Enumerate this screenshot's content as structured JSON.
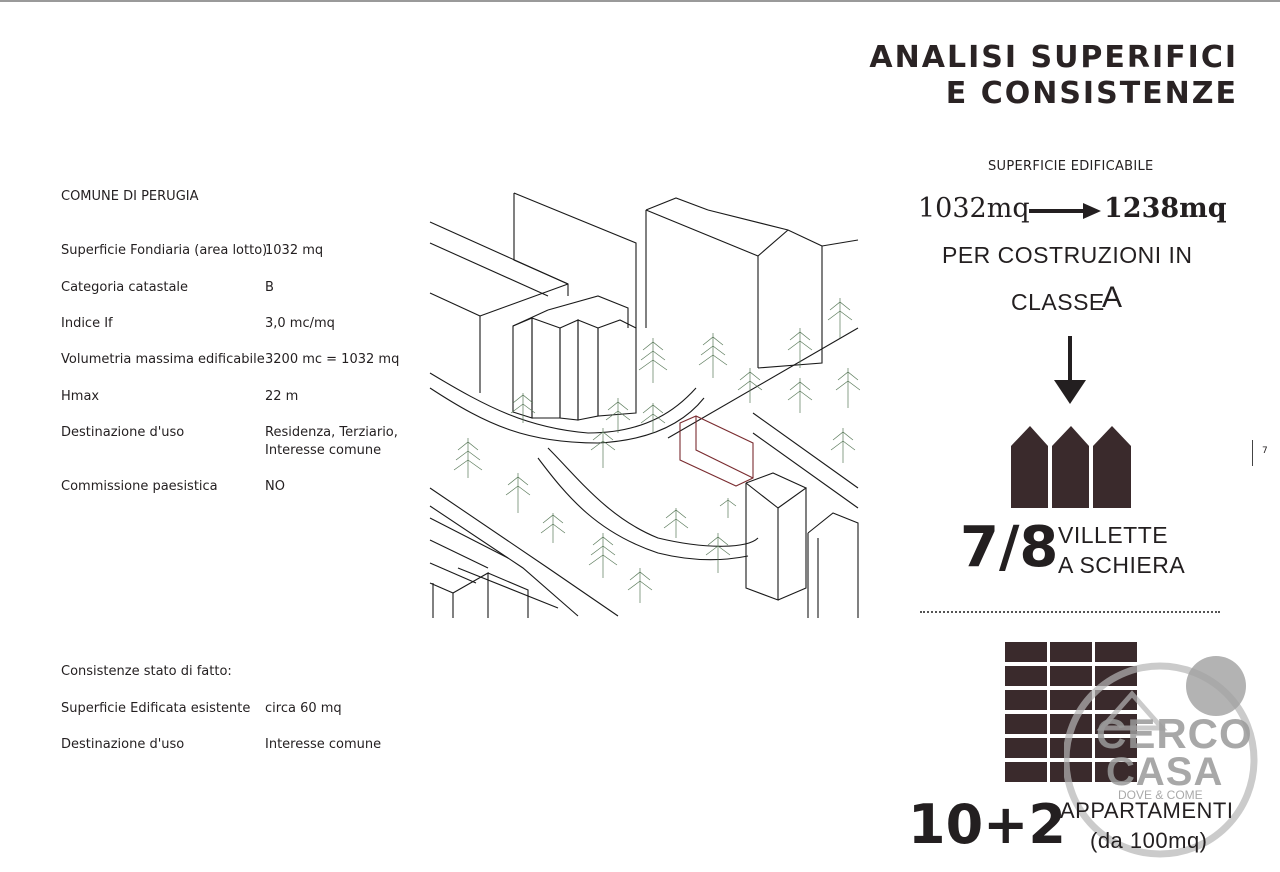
{
  "title": {
    "line1": "ANALISI SUPERIFICI",
    "line2": "E CONSISTENZE"
  },
  "left": {
    "comune": "COMUNE DI PERUGIA",
    "rows": [
      {
        "label": "Superficie Fondiaria (area lotto)",
        "value": "1032 mq"
      },
      {
        "label": "Categoria catastale",
        "value": "B"
      },
      {
        "label": "Indice If",
        "value": "3,0 mc/mq"
      },
      {
        "label": "Volumetria massima edificabile",
        "value": "3200 mc = 1032 mq"
      },
      {
        "label": "Hmax",
        "value": "22 m"
      },
      {
        "label": "Destinazione d'uso",
        "value": "Residenza, Terziario,",
        "value2": "Interesse comune"
      },
      {
        "label": "Commissione paesistica",
        "value": "NO"
      }
    ],
    "stato_title": "Consistenze stato di fatto:",
    "stato_rows": [
      {
        "label": "Superficie Edificata esistente",
        "value": "circa 60 mq"
      },
      {
        "label": "Destinazione d'uso",
        "value": "Interesse comune"
      }
    ]
  },
  "right": {
    "superficie_label": "SUPERFICIE EDIFICABILE",
    "area_from": "1032mq",
    "area_to": "1238mq",
    "per_costruzioni": "PER COSTRUZIONI IN",
    "classe": "CLASSE",
    "classe_letter": "A",
    "villette_num": "7/8",
    "villette_line1": "VILLETTE",
    "villette_line2": "A SCHIERA",
    "app_num": "10+2",
    "app_line1": "APPARTAMENTI",
    "app_line2": "(da 100mq)"
  },
  "watermark": {
    "line1": "CERCO",
    "line2": "CASA",
    "line3": "DOVE & COME"
  },
  "page_number": "7",
  "colors": {
    "dark": "#3a2a2c",
    "text": "#231f20",
    "watermark": "#9a9a9a"
  }
}
